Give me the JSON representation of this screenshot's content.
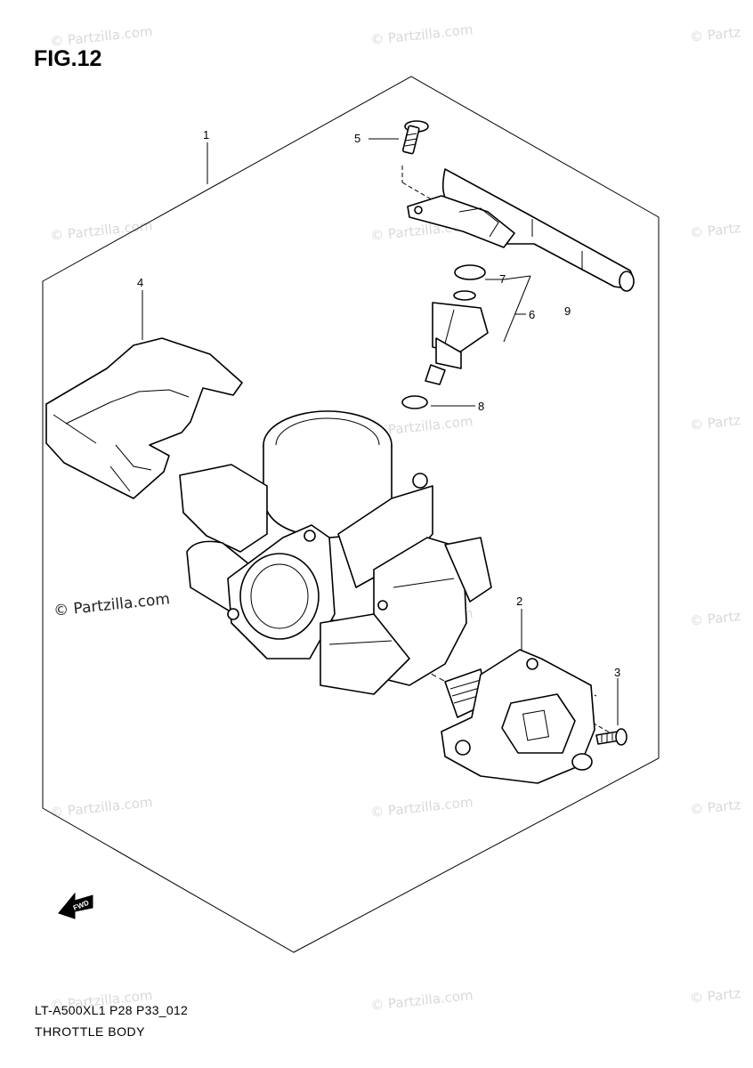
{
  "figure": {
    "title": "FIG.12",
    "model_code": "LT-A500XL1 P28 P33_012",
    "section_name": "THROTTLE BODY"
  },
  "watermark": {
    "text": "© Partzilla.com",
    "text_right_edge": "© Partz"
  },
  "callouts": [
    {
      "id": "1",
      "label": "1"
    },
    {
      "id": "2",
      "label": "2"
    },
    {
      "id": "3",
      "label": "3"
    },
    {
      "id": "4",
      "label": "4"
    },
    {
      "id": "5",
      "label": "5"
    },
    {
      "id": "6",
      "label": "6"
    },
    {
      "id": "7",
      "label": "7"
    },
    {
      "id": "8",
      "label": "8"
    },
    {
      "id": "9",
      "label": "9"
    }
  ],
  "front_indicator": {
    "label": "FWD",
    "icon": "arrow-fwd-icon"
  }
}
